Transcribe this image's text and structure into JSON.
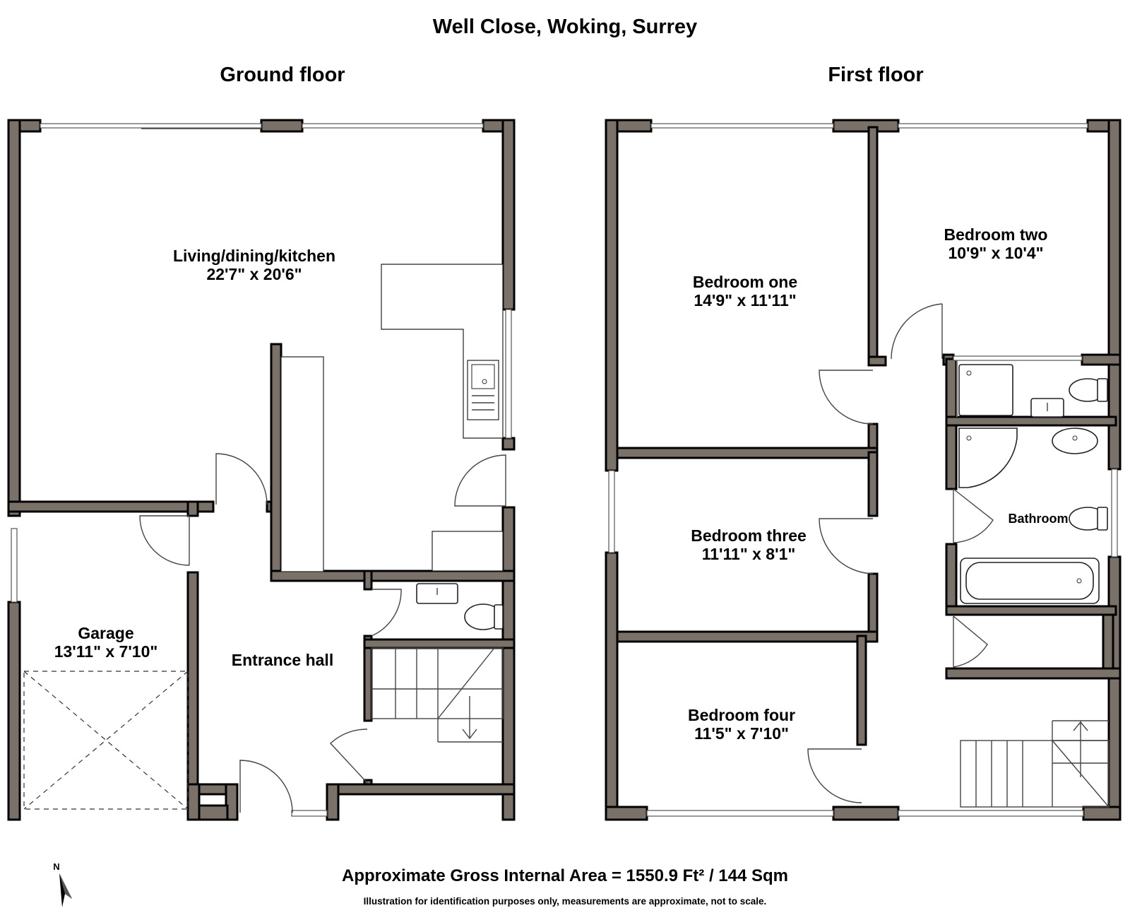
{
  "title": "Well Close, Woking, Surrey",
  "floors": {
    "ground": {
      "heading": "Ground floor",
      "rooms": {
        "living": {
          "name": "Living/dining/kitchen",
          "size": "22'7\" x 20'6\""
        },
        "garage": {
          "name": "Garage",
          "size": "13'11\" x 7'10\""
        },
        "hall": {
          "name": "Entrance hall"
        }
      }
    },
    "first": {
      "heading": "First floor",
      "rooms": {
        "bed1": {
          "name": "Bedroom one",
          "size": "14'9\" x 11'11\""
        },
        "bed2": {
          "name": "Bedroom two",
          "size": "10'9\" x 10'4\""
        },
        "bed3": {
          "name": "Bedroom three",
          "size": "11'11\" x 8'1\""
        },
        "bed4": {
          "name": "Bedroom four",
          "size": "11'5\" x 7'10\""
        },
        "bath": {
          "name": "Bathroom"
        }
      }
    }
  },
  "compass": {
    "label": "N",
    "icon": "north-arrow-icon"
  },
  "area_text": "Approximate Gross Internal Area = 1550.9 Ft² / 144 Sqm",
  "disclaimer": "Illustration for identification purposes only, measurements are approximate, not to scale.",
  "colors": {
    "wall_fill": "#7a7268",
    "wall_outline": "#000000",
    "background": "#ffffff"
  }
}
